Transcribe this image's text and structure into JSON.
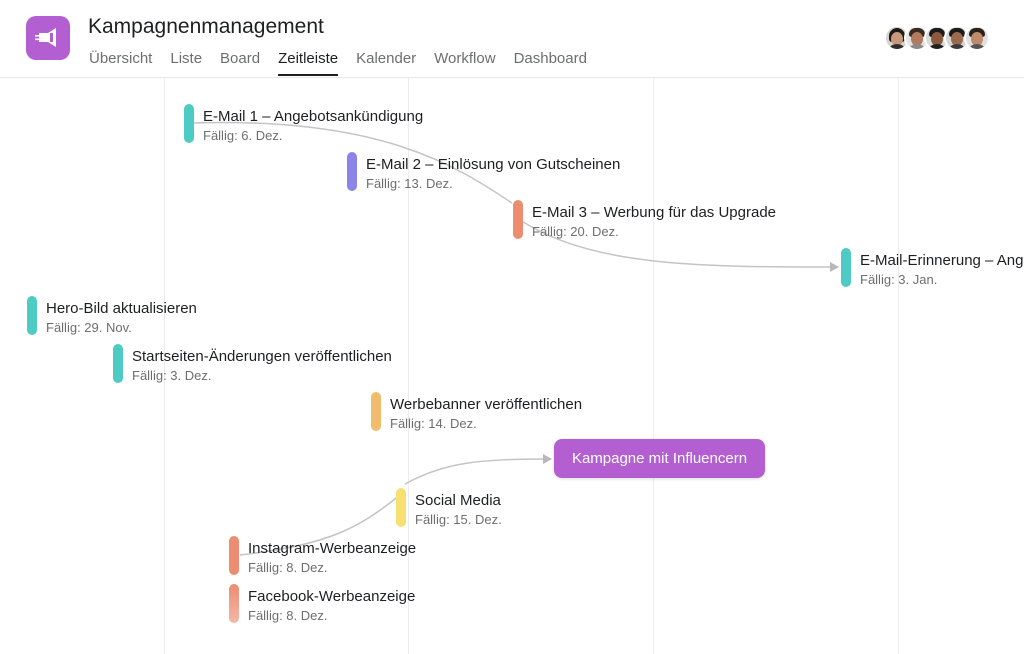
{
  "app": {
    "icon": "megaphone-icon",
    "title": "Kampagnenmanagement",
    "accent_color": "#b35ed1"
  },
  "tabs": [
    {
      "label": "Übersicht",
      "active": false
    },
    {
      "label": "Liste",
      "active": false
    },
    {
      "label": "Board",
      "active": false
    },
    {
      "label": "Zeitleiste",
      "active": true
    },
    {
      "label": "Kalender",
      "active": false
    },
    {
      "label": "Workflow",
      "active": false
    },
    {
      "label": "Dashboard",
      "active": false
    }
  ],
  "members": [
    "avatar-1",
    "avatar-2",
    "avatar-3",
    "avatar-4",
    "avatar-5"
  ],
  "timeline": {
    "tasks": [
      {
        "name": "E-Mail 1 – Angebotsankündigung",
        "due": "Fällig: 6. Dez.",
        "color": "#4ecbc4"
      },
      {
        "name": "E-Mail 2 – Einlösung von Gutscheinen",
        "due": "Fällig: 13. Dez.",
        "color": "#8d84e8"
      },
      {
        "name": "E-Mail 3 – Werbung für das Upgrade",
        "due": "Fällig: 20. Dez.",
        "color": "#ec8d71"
      },
      {
        "name": "E-Mail-Erinnerung – Angebotsende",
        "due": "Fällig: 3. Jan.",
        "color": "#4ecbc4"
      },
      {
        "name": "Hero-Bild aktualisieren",
        "due": "Fällig: 29. Nov.",
        "color": "#4ecbc4"
      },
      {
        "name": "Startseiten-Änderungen veröffentlichen",
        "due": "Fällig: 3. Dez.",
        "color": "#4ecbc4"
      },
      {
        "name": "Werbebanner veröffentlichen",
        "due": "Fällig: 14. Dez.",
        "color": "#f1bd6c"
      },
      {
        "name": "Social Media",
        "due": "Fällig: 15. Dez.",
        "color": "#f8df72"
      },
      {
        "name": "Instagram-Werbeanzeige",
        "due": "Fällig: 8. Dez.",
        "color": "#ec8d71"
      },
      {
        "name": "Facebook-Werbeanzeige",
        "due": "Fällig: 8. Dez.",
        "color": "#ec8d71"
      }
    ],
    "milestone": {
      "label": "Kampagne mit Influencern",
      "color": "#b35ed1"
    },
    "dependency_color": "#b8b8b8"
  }
}
